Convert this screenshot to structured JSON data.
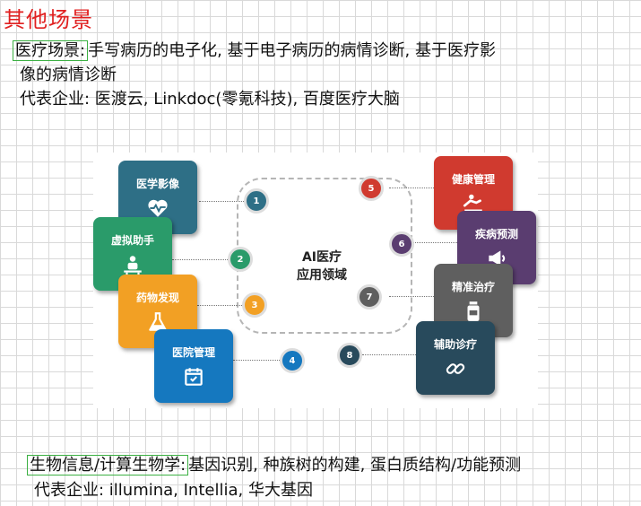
{
  "title": "其他场景",
  "section1": {
    "label": "医疗场景:",
    "text_line1": "手写病历的电子化, 基于电子病历的病情诊断, 基于医疗影",
    "text_line2": "像的病情诊断",
    "companies": "代表企业: 医渡云, Linkdoc(零氪科技), 百度医疗大脑"
  },
  "diagram": {
    "center_line1": "AI医疗",
    "center_line2": "应用领域",
    "cards": [
      {
        "label": "医学影像",
        "icon": "heart-pulse-icon",
        "color": "#2e6f86"
      },
      {
        "label": "虚拟助手",
        "icon": "robot-assistant-icon",
        "color": "#2a9b6a"
      },
      {
        "label": "药物发现",
        "icon": "flask-icon",
        "color": "#f2a024"
      },
      {
        "label": "医院管理",
        "icon": "calendar-icon",
        "color": "#1578bf"
      },
      {
        "label": "健康管理",
        "icon": "health-care-icon",
        "color": "#d03a2f"
      },
      {
        "label": "疾病预测",
        "icon": "megaphone-icon",
        "color": "#5a3d70"
      },
      {
        "label": "精准治疗",
        "icon": "medicine-bottle-icon",
        "color": "#5f5f5f"
      },
      {
        "label": "辅助诊疗",
        "icon": "link-icon",
        "color": "#284a5c"
      }
    ],
    "numbers": [
      {
        "n": "1",
        "color": "#2e6f86"
      },
      {
        "n": "2",
        "color": "#2a9b6a"
      },
      {
        "n": "3",
        "color": "#f2a024"
      },
      {
        "n": "4",
        "color": "#1578bf"
      },
      {
        "n": "5",
        "color": "#d03a2f"
      },
      {
        "n": "6",
        "color": "#5a3d70"
      },
      {
        "n": "7",
        "color": "#5f5f5f"
      },
      {
        "n": "8",
        "color": "#284a5c"
      }
    ]
  },
  "section2": {
    "label": "生物信息/计算生物学:",
    "text": "基因识别, 种族树的构建, 蛋白质结构/功能预测",
    "companies": "代表企业: illumina, Intellia, 华大基因"
  }
}
